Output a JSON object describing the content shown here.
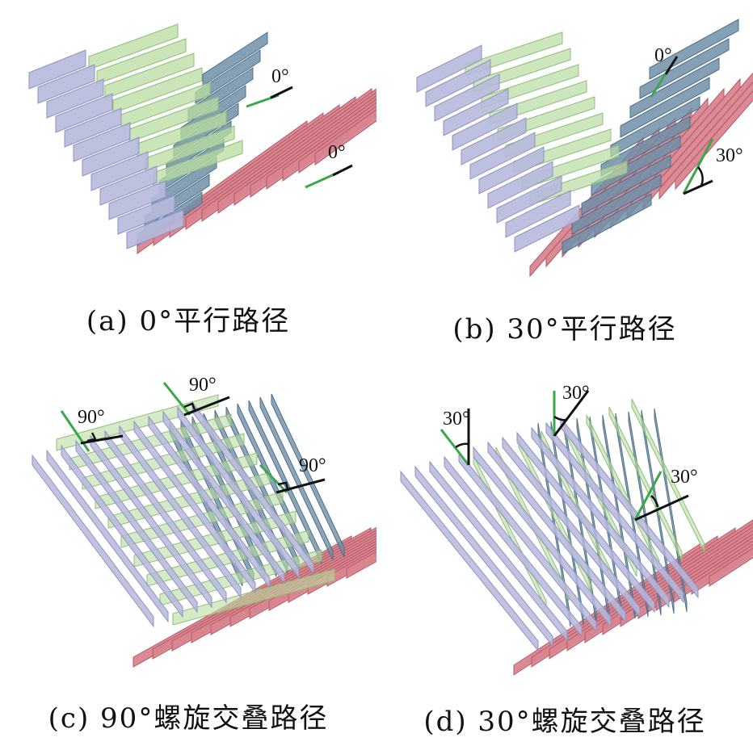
{
  "colors": {
    "red_layer": "#d9858f",
    "red_dark": "#b45a65",
    "green_layer": "#b9dca2",
    "green_dark": "#8fbf77",
    "blue_layer": "#6f8fa8",
    "blue_dark": "#4f6f8a",
    "lavender_layer": "#b7b9dc",
    "lavender_dark": "#8f92c2",
    "direction_line": "#3aa84a",
    "reference_line": "#111111"
  },
  "panels": [
    {
      "id": "a",
      "caption": "(a) 0°平行路径",
      "angle_labels": [
        "0°",
        "0°"
      ]
    },
    {
      "id": "b",
      "caption": "(b) 30°平行路径",
      "angle_labels": [
        "0°",
        "30°"
      ]
    },
    {
      "id": "c",
      "caption": "(c) 90°螺旋交叠路径",
      "angle_labels": [
        "90°",
        "90°",
        "90°"
      ]
    },
    {
      "id": "d",
      "caption": "(d) 30°螺旋交叠路径",
      "angle_labels": [
        "30°",
        "30°",
        "30°"
      ]
    }
  ]
}
